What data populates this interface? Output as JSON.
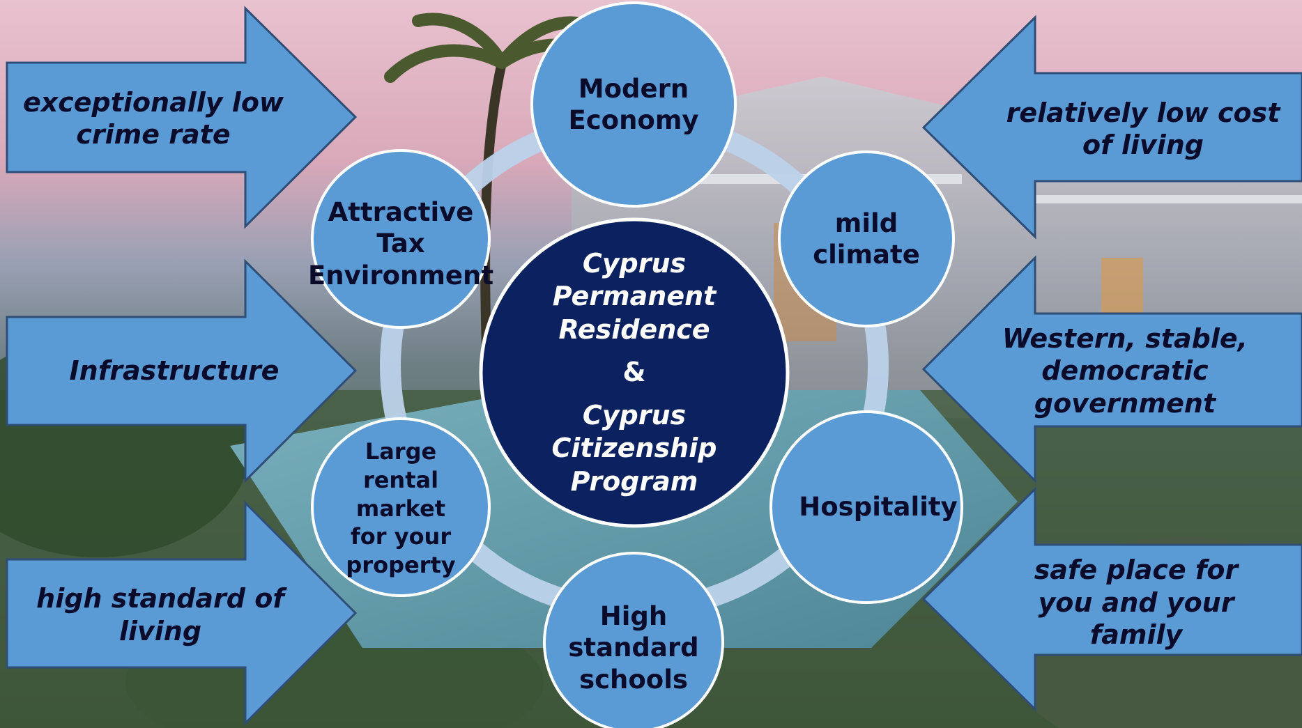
{
  "colors": {
    "arrow_fill": "#5b9bd5",
    "arrow_stroke": "#2e4d77",
    "node_fill": "#5b9bd5",
    "node_stroke": "#ffffff",
    "ring": "#bcd2ea",
    "center_fill": "#0b2160",
    "text_dark": "#0a0a2a",
    "text_light": "#ffffff"
  },
  "center": {
    "line1": "Cyprus",
    "line2": "Permanent",
    "line3": "Residence",
    "ampersand": "&",
    "line4": "Cyprus",
    "line5": "Citizenship",
    "line6": "Program"
  },
  "nodes": {
    "modern_economy": "Modern Economy",
    "mild_climate": "mild climate",
    "hospitality": "Hospitality",
    "high_standard_schools": "High standard schools",
    "large_rental_market": "Large rental market for your property",
    "attractive_tax": "Attractive Tax Environment"
  },
  "left_arrows": {
    "crime_rate": "exceptionally low crime rate",
    "infrastructure": "Infrastructure",
    "standard_of_living": "high standard of living"
  },
  "right_arrows": {
    "cost_of_living": "relatively low cost of living",
    "government": "Western, stable, democratic government",
    "safe_place": "safe place for you and your family"
  }
}
